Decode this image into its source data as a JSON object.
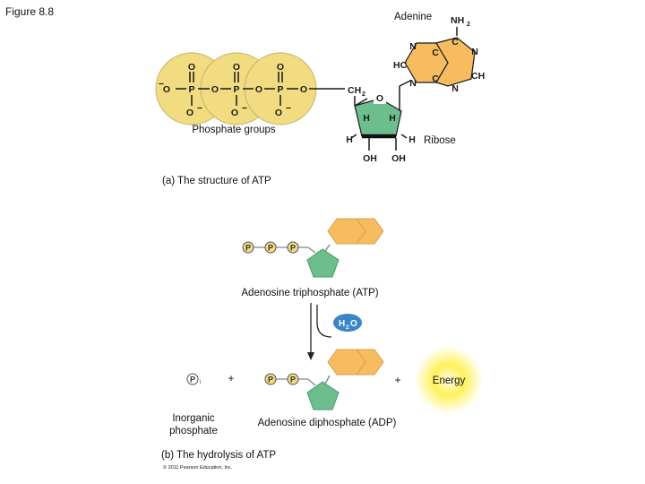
{
  "figure_label": "Figure 8.8",
  "part_a": {
    "caption": "(a) The structure of ATP",
    "adenine_label": "Adenine",
    "ribose_label": "Ribose",
    "phosphate_label": "Phosphate groups",
    "atoms": {
      "o": "O",
      "p": "P",
      "o_minus": "O",
      "minus": "−",
      "ch": "CH",
      "h": "H",
      "n": "N",
      "c": "C",
      "oh": "OH",
      "nh": "NH",
      "two": "2"
    }
  },
  "part_b": {
    "caption": "(b) The hydrolysis of ATP",
    "atp_label": "Adenosine triphosphate (ATP)",
    "adp_label": "Adenosine diphosphate (ADP)",
    "pi_label_line1": "Inorganic",
    "pi_label_line2": "phosphate",
    "energy_label": "Energy",
    "plus": "+",
    "water": {
      "h": "H",
      "two": "2",
      "o": "O"
    },
    "phosphate_symbol": "P",
    "pi_subscript": "i"
  },
  "copyright": "© 2011 Pearson Education, Inc.",
  "colors": {
    "phosphate_fill": "#f1dc82",
    "phosphate_outline": "#c7b268",
    "adenine_fill": "#f7bb60",
    "ribose_fill": "#6cbf8c",
    "water_fill": "#3a86c8",
    "energy_glow": "#ffe400"
  },
  "icons": {
    "ribose": "pentagon-icon",
    "adenine": "double-hexagon-icon",
    "phosphate": "phosphate-circle-icon",
    "water": "water-oval-icon",
    "energy": "energy-glow-icon",
    "arrow": "down-arrow-icon"
  }
}
